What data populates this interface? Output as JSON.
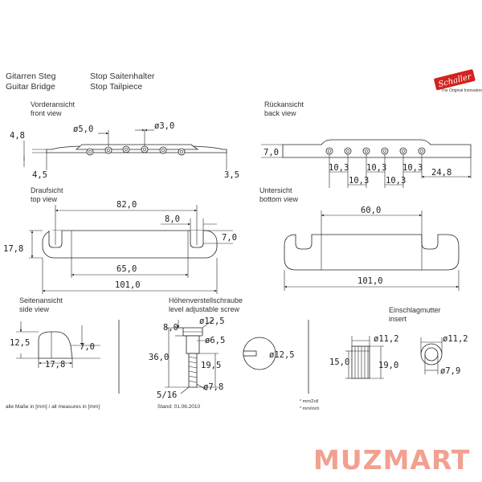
{
  "header": {
    "title_de": "Gitarren Steg",
    "title_en": "Guitar Bridge",
    "title2_de": "Stop Saitenhalter",
    "title2_en": "Stop Tailpiece"
  },
  "brand": {
    "name": "Schaller",
    "tagline": "The Original Innovators",
    "color": "#d2231e"
  },
  "views": {
    "front_de": "Vorderansicht",
    "front_en": "front view",
    "back_de": "Rückansicht",
    "back_en": "back view",
    "top_de": "Draufsicht",
    "top_en": "top view",
    "bottom_de": "Untersicht",
    "bottom_en": "bottom view",
    "side_de": "Seitenansicht",
    "side_en": "side view",
    "screw_de": "Höhenverstellschraube",
    "screw_en": "level adjustable screw",
    "insert_de": "Einschlagmutter",
    "insert_en": "insert"
  },
  "dims": {
    "front": {
      "d1": "ø5,0",
      "d2": "ø3,0",
      "h1": "4,8",
      "h2": "4,5",
      "h3": "3,5"
    },
    "back": {
      "h": "7,0",
      "s1": "10,3",
      "s2": "10,3",
      "s3": "10,3",
      "s4": "10,3",
      "s5": "10,3",
      "edge": "24,8"
    },
    "top": {
      "w1": "82,0",
      "w2": "8,0",
      "h": "17,8",
      "slot": "7,0",
      "w3": "65,0",
      "w4": "101,0"
    },
    "bottom": {
      "w1": "60,0",
      "w2": "101,0"
    },
    "side": {
      "h1": "12,5",
      "h2": "7,0",
      "w": "17,8"
    },
    "screw": {
      "head_h": "8,0",
      "head_d": "ø12,5",
      "body_d": "ø6,5",
      "len": "36,0",
      "thread": "19,5",
      "shank_d": "ø7,8",
      "thread_size": "5/16",
      "top_d": "ø12,5"
    },
    "insert": {
      "d1": "ø11,2",
      "h1": "15,0",
      "h2": "19,0",
      "d2": "ø11,2",
      "d3": "ø7,9"
    }
  },
  "footer": {
    "measures": "alle Maße in [mm] / all measures in [mm]",
    "date": "Stand: 01.06.2010",
    "note1": "* mm/Zoll",
    "note2": "* mm/inch"
  },
  "watermark": {
    "text": "MUZMART",
    "color": "#f2a090"
  }
}
